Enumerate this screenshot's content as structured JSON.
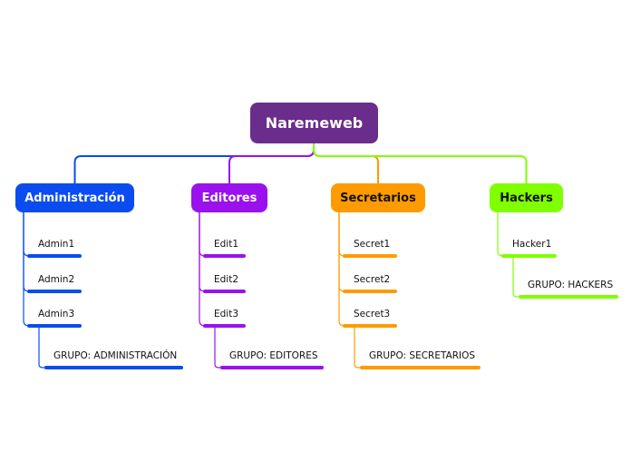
{
  "root": {
    "label": "Naremeweb",
    "color": "#6a2d8c"
  },
  "branches": [
    {
      "id": "administracion",
      "label": "Administración",
      "color": "#0a4cf0",
      "text_color": "#ffffff",
      "children": [
        "Admin1",
        "Admin2",
        "Admin3"
      ],
      "group": "GRUPO: ADMINISTRACIÓN"
    },
    {
      "id": "editores",
      "label": "Editores",
      "color": "#9a11ee",
      "text_color": "#ffffff",
      "children": [
        "Edit1",
        "Edit2",
        "Edit3"
      ],
      "group": "GRUPO: EDITORES"
    },
    {
      "id": "secretarios",
      "label": "Secretarios",
      "color": "#ff9b00",
      "text_color": "#111111",
      "children": [
        "Secret1",
        "Secret2",
        "Secret3"
      ],
      "group": "GRUPO: SECRETARIOS"
    },
    {
      "id": "hackers",
      "label": "Hackers",
      "color": "#7fff00",
      "text_color": "#111111",
      "children": [
        "Hacker1"
      ],
      "group": "GRUPO: HACKERS"
    }
  ]
}
